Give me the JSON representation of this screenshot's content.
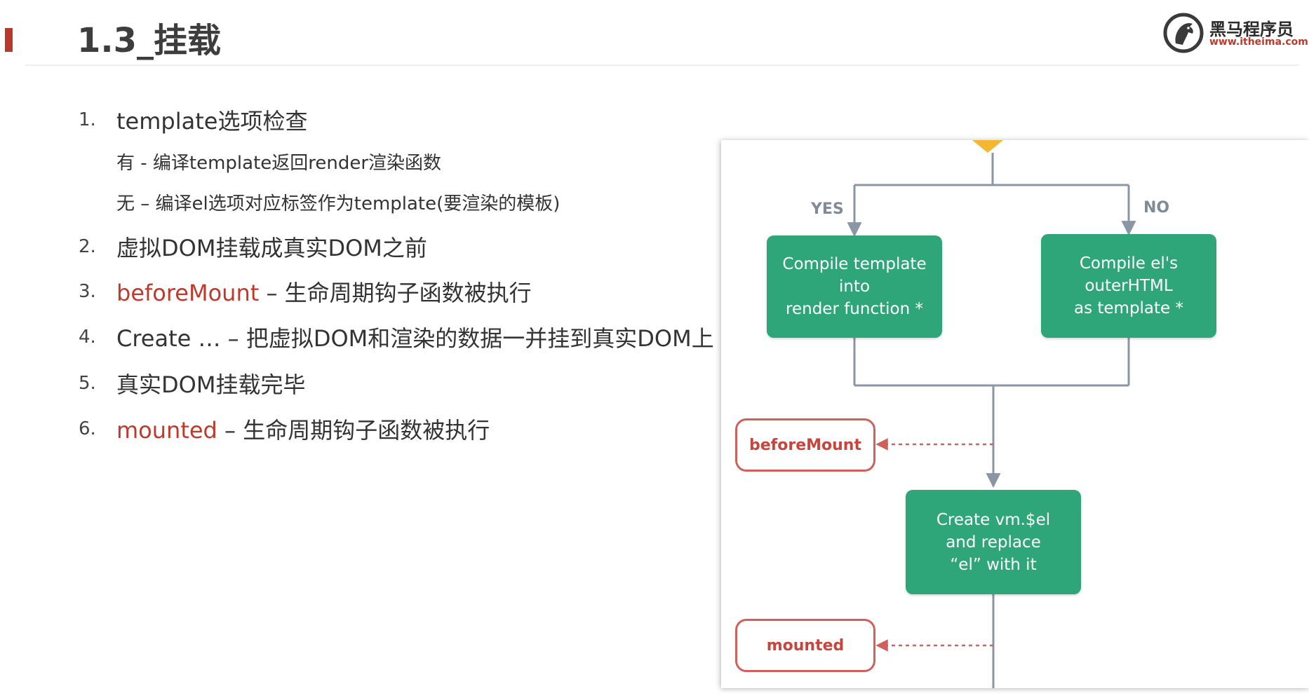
{
  "header": {
    "title": "1.3_挂载",
    "accent_color": "#b8392b"
  },
  "logo": {
    "name": "黑马程序员",
    "url": "www.itheima.com",
    "icon": "horse-head-icon"
  },
  "list": {
    "item1": {
      "number": "1.",
      "text": "template选项检查"
    },
    "sub1": "有 - 编译template返回render渲染函数",
    "sub2": "无 – 编译el选项对应标签作为template(要渲染的模板)",
    "item2": {
      "number": "2.",
      "text": "虚拟DOM挂载成真实DOM之前"
    },
    "item3": {
      "number": "3.",
      "keyword": "beforeMount",
      "text": " – 生命周期钩子函数被执行"
    },
    "item4": {
      "number": "4.",
      "text": "Create …  – 把虚拟DOM和渲染的数据一并挂到真实DOM上"
    },
    "item5": {
      "number": "5.",
      "text": "真实DOM挂载完毕"
    },
    "item6": {
      "number": "6.",
      "keyword": "mounted",
      "text": " – 生命周期钩子函数被执行"
    },
    "highlight_color": "#c0392b"
  },
  "diagram": {
    "yes_label": "YES",
    "no_label": "NO",
    "compile_template": {
      "line1": "Compile template",
      "line2": "into",
      "line3": "render function *"
    },
    "compile_el": {
      "line1": "Compile el's",
      "line2": "outerHTML",
      "line3": "as template *"
    },
    "create_el": {
      "line1": "Create vm.$el",
      "line2": "and replace",
      "line3": "“el” with it"
    },
    "hook_before_mount": "beforeMount",
    "hook_mounted": "mounted",
    "box_color": "#2ea67a",
    "hook_color": "#c8453e",
    "line_color": "#8a96a3",
    "decision_color": "#f5b731"
  }
}
